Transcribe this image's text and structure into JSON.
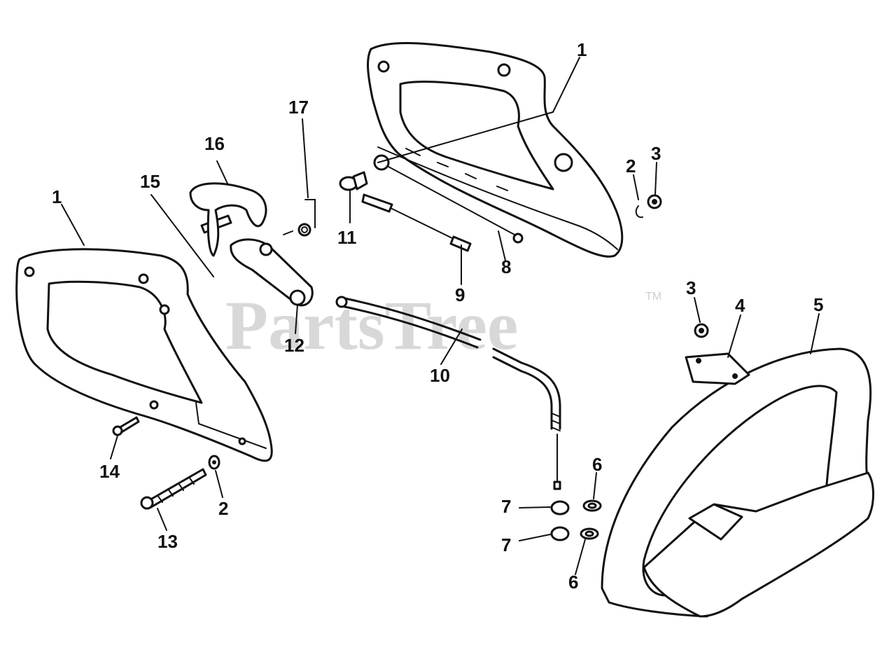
{
  "watermark": {
    "text": "PartsTree",
    "trademark": "TM"
  },
  "labels": {
    "l1_left": "1",
    "l1_right": "1",
    "l2_right": "2",
    "l2_left": "2",
    "l3_top": "3",
    "l3_mid": "3",
    "l4": "4",
    "l5": "5",
    "l6_top": "6",
    "l6_bottom": "6",
    "l7_top": "7",
    "l7_bottom": "7",
    "l8": "8",
    "l9": "9",
    "l10": "10",
    "l11": "11",
    "l12": "12",
    "l13": "13",
    "l14": "14",
    "l15": "15",
    "l16": "16",
    "l17": "17"
  },
  "colors": {
    "line": "#111111",
    "watermark": "#d8d8d8"
  }
}
